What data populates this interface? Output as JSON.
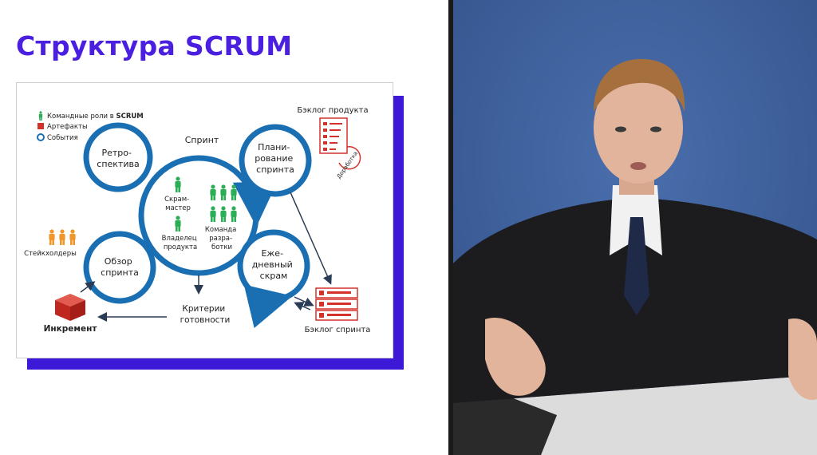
{
  "slide": {
    "title": "Структура SCRUM"
  },
  "diagram": {
    "legend": [
      {
        "label": "Командные роли в ",
        "bold": "SCRUM",
        "symbol": "person",
        "color": "#2cae57"
      },
      {
        "label": "Артефакты",
        "bold": "",
        "symbol": "square",
        "color": "#d3322b"
      },
      {
        "label": "События",
        "bold": "",
        "symbol": "circle",
        "color": "#1a6fb3"
      }
    ],
    "sprint_label": "Спринт",
    "events": {
      "retro": [
        "Ретро-",
        "спектива"
      ],
      "planning": [
        "Плани-",
        "рование",
        "спринта"
      ],
      "review": [
        "Обзор",
        "спринта"
      ],
      "daily": [
        "Еже-",
        "дневный",
        "скрам"
      ]
    },
    "roles": {
      "scrum_master": [
        "Скрам-",
        "мастер"
      ],
      "product_owner": [
        "Владелец",
        "продукта"
      ],
      "dev_team": [
        "Команда",
        "разра-",
        "ботки"
      ],
      "stakeholders": "Стейкхолдеры"
    },
    "artifacts": {
      "product_backlog": "Бэклог продукта",
      "refinement": "Доработка",
      "sprint_backlog": "Бэклог спринта",
      "increment": "Инкремент"
    },
    "definition_of_done": [
      "Критерии",
      "готовности"
    ]
  },
  "colors": {
    "title": "#4a1fe0",
    "shadow": "#3d18d6",
    "event_blue": "#1a6fb3",
    "role_green": "#2cae57",
    "artifact_red": "#d3322b",
    "stakeholder_orange": "#f0962b",
    "video_bg": "#3d5f9a"
  }
}
